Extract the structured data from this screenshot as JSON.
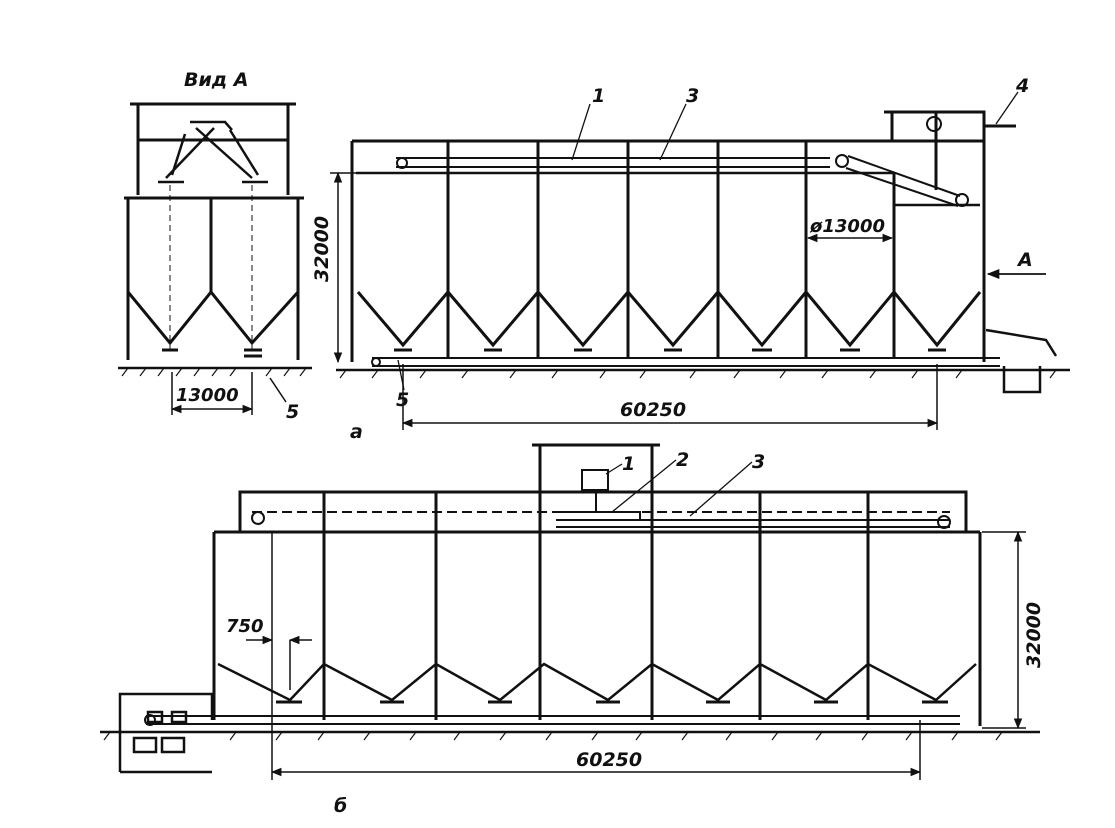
{
  "colors": {
    "ink": "#111111",
    "paper": "#ffffff"
  },
  "labels": {
    "view_a": "Вид А",
    "pos_1": "1",
    "pos_2": "2",
    "pos_3": "3",
    "pos_4": "4",
    "pos_5": "5",
    "arrow_a": "A",
    "sub_a": "а",
    "sub_b": "б"
  },
  "dimensions": {
    "side_width": "13000",
    "silo_height": "32000",
    "silo_diameter": "ø13000",
    "total_length": "60250",
    "gap": "750"
  }
}
